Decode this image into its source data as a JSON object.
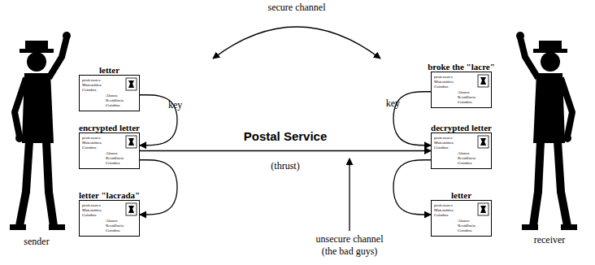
{
  "diagram": {
    "nodes": [
      {
        "text": [
          "letter",
          "professores Matemática Coimbra",
          "Alunos Residência Coimbra"
        ]
      },
      {
        "text": [
          "encrypted letter",
          "professores Matemática Coimbra",
          "Alunos Residência Coimbra"
        ]
      },
      {
        "text": [
          "letter \"lacrada\"",
          "professores Matemática Coimbra",
          "Alunos Residência Coimbra"
        ]
      },
      {
        "text": [
          "broke the \"lacre\"",
          "professores Matemática Coimbra",
          "Alunos Residência Coimbra"
        ]
      },
      {
        "text": [
          "decrypted letter",
          "professores Matemática Coimbra",
          "Alunos Residência Coimbra"
        ]
      },
      {
        "text": [
          "letter",
          "professores Matemática Coimbra",
          "Alunos Residência Coimbra"
        ]
      }
    ],
    "edges": [
      {
        "from": 0,
        "to": 1,
        "label": "key",
        "arrow": "to"
      },
      {
        "from": 1,
        "to": 2,
        "arrow": "to"
      },
      {
        "from": 1,
        "to": 4,
        "label": "Postal Service",
        "arrow": "to"
      },
      {
        "from": 3,
        "to": 4,
        "label": "key",
        "arrow": "to"
      },
      {
        "from": 4,
        "to": 5,
        "arrow": "to"
      }
    ],
    "labels": [
      "secure channel",
      "(thrust)",
      "unsecure channel",
      "(the bad guys)",
      "sender",
      "receiver"
    ]
  }
}
